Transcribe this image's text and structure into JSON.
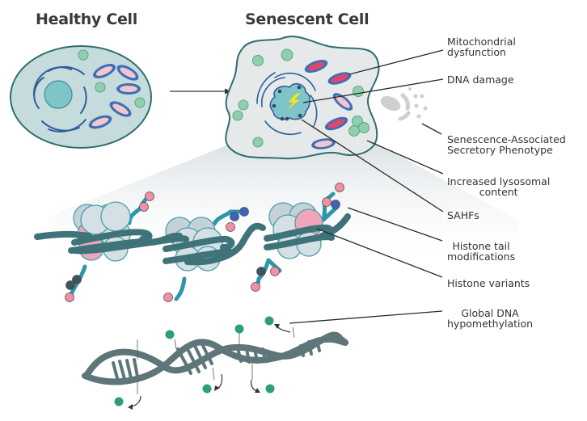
{
  "titles": {
    "healthy": "Healthy Cell",
    "senescent": "Senescent Cell"
  },
  "labels": {
    "mito": [
      "Mitochondrial",
      "dysfunction"
    ],
    "dna_damage": [
      "DNA damage"
    ],
    "sasp": [
      "Senescence-Associated",
      "Secretory Phenotype"
    ],
    "lysosomal": [
      "Increased lysosomal",
      "content"
    ],
    "sahf": [
      "SAHFs"
    ],
    "histone_tail": [
      "Histone tail",
      "modifications"
    ],
    "histone_variants": [
      "Histone variants"
    ],
    "dna_hypo": [
      "Global DNA",
      "hypomethylation"
    ]
  },
  "colors": {
    "cell_fill_healthy": "#c5dbdc",
    "cell_fill_senescent": "#e6e9ea",
    "cell_outline": "#2e6e6e",
    "nucleus": "#7fc4c9",
    "mito_outer": "#3d6fb5",
    "mito_inner_healthy": "#f3c6cf",
    "mito_inner_senescent": "#e0456a",
    "lysosome": "#8fcfae",
    "dna": "#3e7379",
    "histone": "#d4e0e3",
    "histone_variant": "#f0a5bb",
    "tail": "#2e96ab",
    "mark_pink": "#f18fa5",
    "mark_blue": "#3e63b8",
    "mark_dark": "#3e5260",
    "methyl": "#2f9e76",
    "helix": "#5e7679",
    "lightning": "#f5e617"
  }
}
